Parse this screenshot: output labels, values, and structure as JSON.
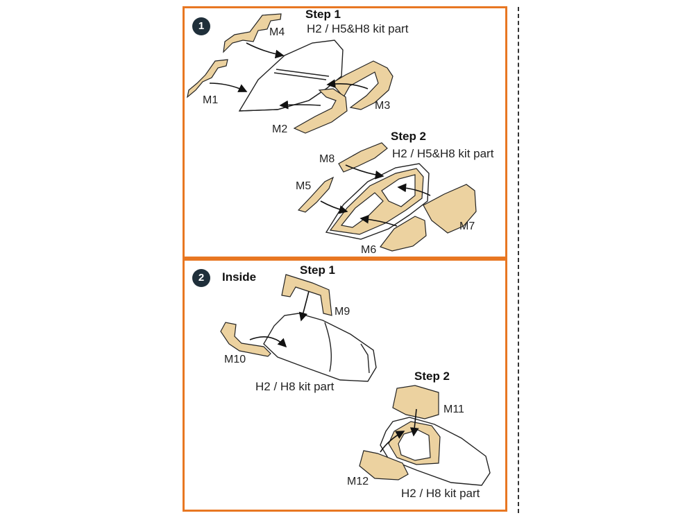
{
  "colors": {
    "accent": "#e87722",
    "mask": "#ecd2a0",
    "badge": "#1f2f3a"
  },
  "panel1": {
    "badge": "1",
    "step1": {
      "title": "Step 1",
      "subtitle": "H2 / H5&H8 kit part"
    },
    "step2": {
      "title": "Step 2",
      "subtitle": "H2 / H5&H8 kit part"
    },
    "labels": {
      "m1": "M1",
      "m2": "M2",
      "m3": "M3",
      "m4": "M4",
      "m5": "M5",
      "m6": "M6",
      "m7": "M7",
      "m8": "M8"
    }
  },
  "panel2": {
    "badge": "2",
    "inside": "Inside",
    "step1": {
      "title": "Step 1",
      "part": "H2 / H8 kit part"
    },
    "step2": {
      "title": "Step 2",
      "part": "H2 / H8 kit part"
    },
    "labels": {
      "m9": "M9",
      "m10": "M10",
      "m11": "M11",
      "m12": "M12"
    }
  }
}
